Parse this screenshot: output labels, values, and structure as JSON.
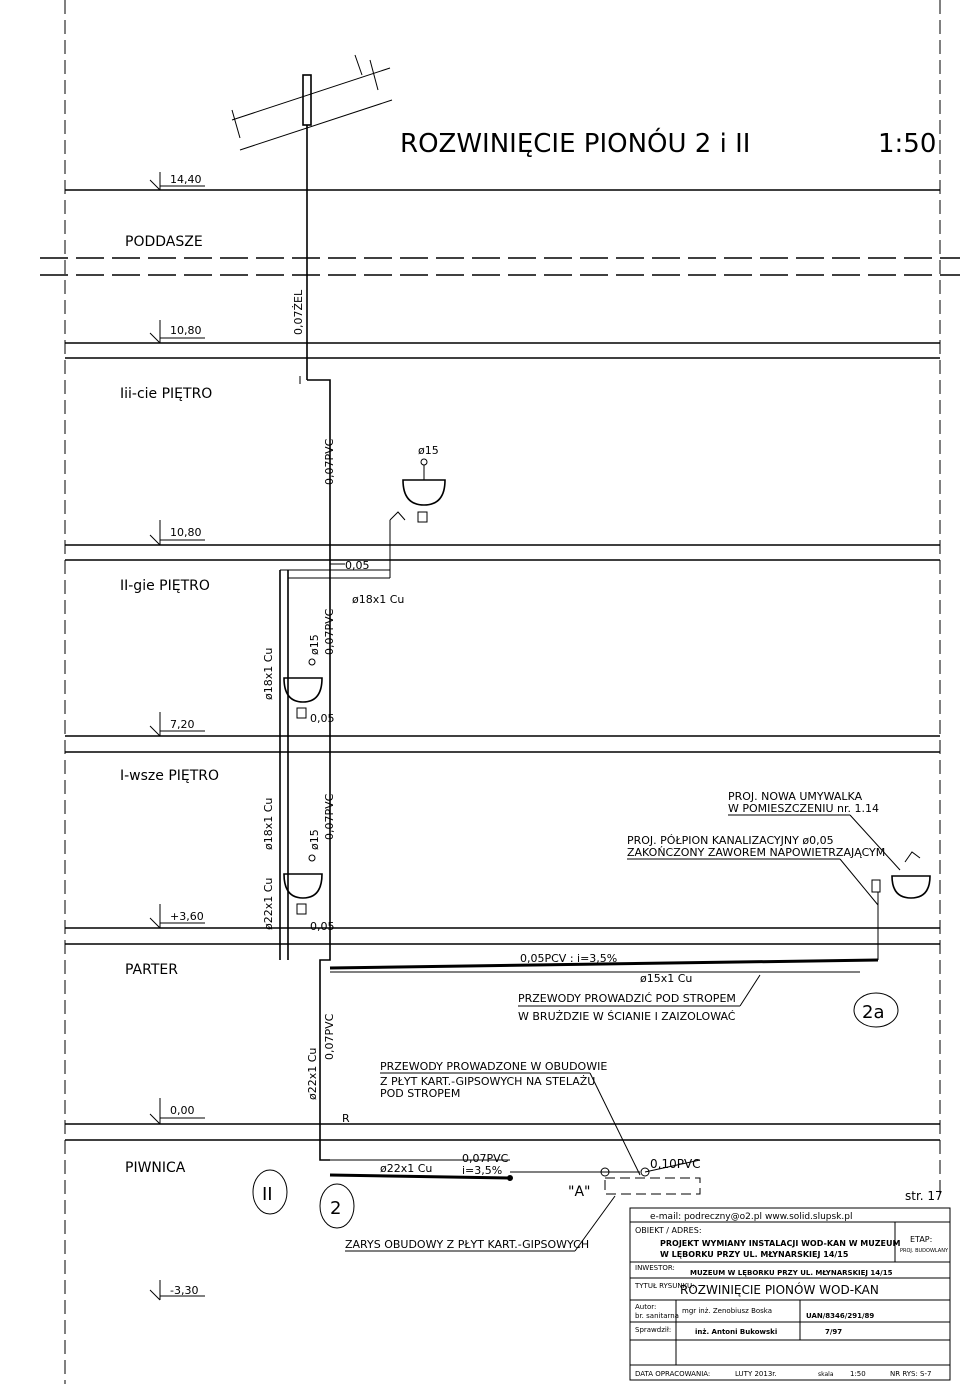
{
  "title": "ROZWINIĘCIE PIONÓU 2 i II",
  "scale": "1:50",
  "levels": {
    "l1440": "14,40",
    "l1080a": "10,80",
    "l1080b": "10,80",
    "l720": "7,20",
    "l360": "+3,60",
    "l000": "0,00",
    "lm330": "-3,30"
  },
  "floors": {
    "poddasze": "PODDASZE",
    "iii": "Iii-cie PIĘTRO",
    "ii": "II-gie PIĘTRO",
    "i": "I-wsze PIĘTRO",
    "parter": "PARTER",
    "piwnica": "PIWNICA"
  },
  "pipes": {
    "zel": "0,07ŻEL",
    "pvc3": "0,07PVC",
    "phi15_3": "ø15",
    "d005_a": "0,05",
    "cu18_h": "ø18x1 Cu",
    "cu18_v2": "ø18x1 Cu",
    "phi15_2": "ø15",
    "pvc2": "0,07PVC",
    "d005_b": "0,05",
    "cu18_v1": "ø18x1 Cu",
    "phi15_1": "ø15",
    "pvc1": "0,07PVC",
    "cu22_v1": "ø22x1 Cu",
    "d005_c": "0,05",
    "pcv_slope": "0,05PCV : i=3,5%",
    "cu15": "ø15x1 Cu",
    "cu22_v0": "ø22x1 Cu",
    "pvc0": "0,07PVC",
    "r": "R",
    "cu22_b": "ø22x1 Cu",
    "pvc_b": "0,07PVC",
    "slope_b": "i=3,5%",
    "pvc10": "0,10PVC"
  },
  "notes": {
    "proj_umyw1": "PROJ. NOWA UMYWALKA",
    "proj_umyw2": "W POMIESZCZENIU nr. 1.14",
    "proj_kan1": "PROJ. PÓŁPION KANALIZACYJNY ø0,05",
    "proj_kan2": "ZAKOŃCZONY ZAWOREM NAPOWIETRZAJĄCYM",
    "strop1": "PRZEWODY PROWADZIĆ POD STROPEM",
    "strop2": "W BRUŻDZIE W ŚCIANIE I ZAIZOLOWAĆ",
    "obud1": "PRZEWODY PROWADZONE W OBUDOWIE",
    "obud2": "Z PŁYT KART.-GIPSOWYCH NA STELAŻU",
    "obud3": "POD STROPEM",
    "zarys": "ZARYS OBUDOWY Z PŁYT KART.-GIPSOWYCH",
    "a_mark": "\"A\"",
    "label_2a": "2a",
    "label_II": "II",
    "label_2": "2"
  },
  "page": "str. 17",
  "titleblock": {
    "email": "e-mail: podreczny@o2.pl",
    "www": "www.solid.slupsk.pl",
    "obiekt_label": "OBIEKT / ADRES:",
    "obiekt1": "PROJEKT WYMIANY INSTALACJI WOD-KAN W MUZEUM",
    "obiekt2": "W LĘBORKU PRZY UL. MŁYNARSKIEJ 14/15",
    "etap_label": "ETAP:",
    "etap": "PROJ. BUDOWLANY",
    "inwestor_label": "INWESTOR:",
    "inwestor": "MUZEUM W LĘBORKU PRZY UL. MŁYNARSKIEJ 14/15",
    "tytul_label": "TYTUŁ RYSUNKU:",
    "tytul": "ROZWINIĘCIE PIONÓW WOD-KAN",
    "autor_label": "Autor:",
    "autor_role": "br. sanitarna",
    "autor_name": "mgr inż. Zenobiusz Boska",
    "autor_upr": "UAN/8346/291/89",
    "sprawdzil_label": "Sprawdził:",
    "sprawdzil_name": "inż. Antoni Bukowski",
    "sprawdzil_upr": "7/97",
    "data_label": "DATA OPRACOWANIA:",
    "data": "LUTY 2013r.",
    "skala_label": "skala",
    "skala": "1:50",
    "nr_label": "NR RYS:",
    "nr": "S-7"
  }
}
